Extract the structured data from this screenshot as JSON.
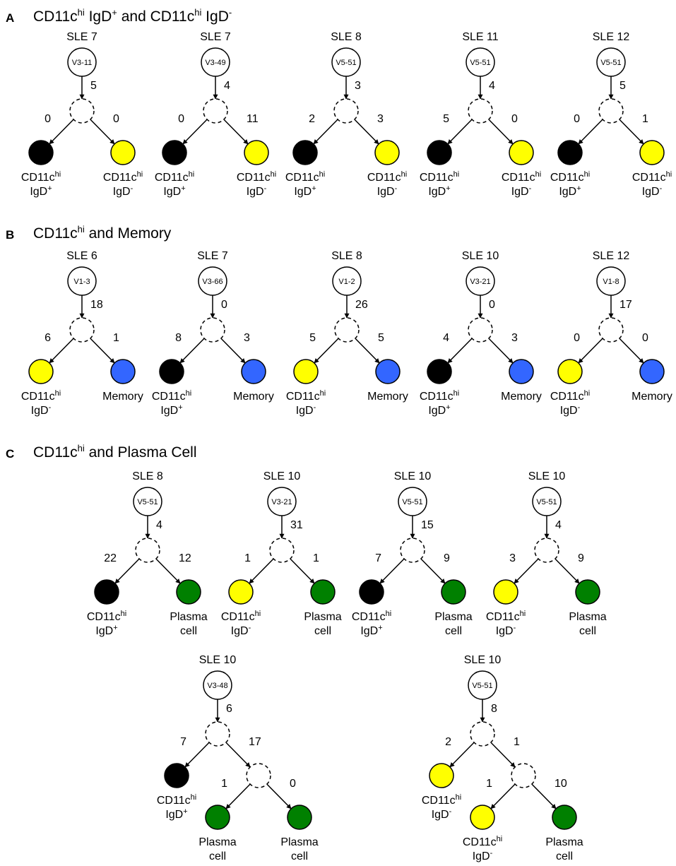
{
  "colors": {
    "CD11c_hi_IgD_pos": "#000000",
    "CD11c_hi_IgD_neg": "#ffff00",
    "Memory": "#3366ff",
    "Plasma_cell": "#008000",
    "stroke": "#000000"
  },
  "labels": {
    "CD11c_hi_IgD_pos": [
      "CD11c",
      "hi",
      "IgD",
      "+"
    ],
    "CD11c_hi_IgD_neg": [
      "CD11c",
      "hi",
      "IgD",
      "-"
    ],
    "Memory": [
      "Memory"
    ],
    "Plasma_cell": [
      "Plasma",
      "cell"
    ]
  },
  "panels": [
    {
      "letter": "A",
      "title": {
        "parts": [
          [
            "CD11c",
            false
          ],
          [
            "hi",
            true
          ],
          [
            " IgD",
            false
          ],
          [
            "+",
            true
          ],
          [
            " and CD11c",
            false
          ],
          [
            "hi",
            true
          ],
          [
            " IgD",
            false
          ],
          [
            "-",
            true
          ]
        ]
      },
      "trees": [
        {
          "patient": "SLE 7",
          "gene": "V3-11",
          "root_edge": "5",
          "children": [
            {
              "edge": "0",
              "type": "CD11c_hi_IgD_pos"
            },
            {
              "edge": "0",
              "type": "CD11c_hi_IgD_neg"
            }
          ]
        },
        {
          "patient": "SLE 7",
          "gene": "V3-49",
          "root_edge": "4",
          "children": [
            {
              "edge": "0",
              "type": "CD11c_hi_IgD_pos"
            },
            {
              "edge": "11",
              "type": "CD11c_hi_IgD_neg"
            }
          ]
        },
        {
          "patient": "SLE 8",
          "gene": "V5-51",
          "root_edge": "3",
          "children": [
            {
              "edge": "2",
              "type": "CD11c_hi_IgD_pos"
            },
            {
              "edge": "3",
              "type": "CD11c_hi_IgD_neg"
            }
          ]
        },
        {
          "patient": "SLE 11",
          "gene": "V5-51",
          "root_edge": "4",
          "children": [
            {
              "edge": "5",
              "type": "CD11c_hi_IgD_pos"
            },
            {
              "edge": "0",
              "type": "CD11c_hi_IgD_neg"
            }
          ]
        },
        {
          "patient": "SLE 12",
          "gene": "V5-51",
          "root_edge": "5",
          "children": [
            {
              "edge": "0",
              "type": "CD11c_hi_IgD_pos"
            },
            {
              "edge": "1",
              "type": "CD11c_hi_IgD_neg"
            }
          ]
        }
      ]
    },
    {
      "letter": "B",
      "title": {
        "parts": [
          [
            "CD11c",
            false
          ],
          [
            "hi",
            true
          ],
          [
            " and Memory",
            false
          ]
        ]
      },
      "trees": [
        {
          "patient": "SLE 6",
          "gene": "V1-3",
          "root_edge": "18",
          "children": [
            {
              "edge": "6",
              "type": "CD11c_hi_IgD_neg"
            },
            {
              "edge": "1",
              "type": "Memory"
            }
          ]
        },
        {
          "patient": "SLE 7",
          "gene": "V3-66",
          "root_edge": "0",
          "children": [
            {
              "edge": "8",
              "type": "CD11c_hi_IgD_pos"
            },
            {
              "edge": "3",
              "type": "Memory"
            }
          ]
        },
        {
          "patient": "SLE 8",
          "gene": "V1-2",
          "root_edge": "26",
          "children": [
            {
              "edge": "5",
              "type": "CD11c_hi_IgD_neg"
            },
            {
              "edge": "5",
              "type": "Memory"
            }
          ]
        },
        {
          "patient": "SLE 10",
          "gene": "V3-21",
          "root_edge": "0",
          "children": [
            {
              "edge": "4",
              "type": "CD11c_hi_IgD_pos"
            },
            {
              "edge": "3",
              "type": "Memory"
            }
          ]
        },
        {
          "patient": "SLE 12",
          "gene": "V1-8",
          "root_edge": "17",
          "children": [
            {
              "edge": "0",
              "type": "CD11c_hi_IgD_neg"
            },
            {
              "edge": "0",
              "type": "Memory"
            }
          ]
        }
      ]
    },
    {
      "letter": "C",
      "title": {
        "parts": [
          [
            "CD11c",
            false
          ],
          [
            "hi",
            true
          ],
          [
            " and Plasma Cell",
            false
          ]
        ]
      },
      "trees": [
        {
          "patient": "SLE 8",
          "gene": "V5-51",
          "root_edge": "4",
          "children": [
            {
              "edge": "22",
              "type": "CD11c_hi_IgD_pos"
            },
            {
              "edge": "12",
              "type": "Plasma_cell"
            }
          ]
        },
        {
          "patient": "SLE 10",
          "gene": "V3-21",
          "root_edge": "31",
          "children": [
            {
              "edge": "1",
              "type": "CD11c_hi_IgD_neg"
            },
            {
              "edge": "1",
              "type": "Plasma_cell"
            }
          ]
        },
        {
          "patient": "SLE 10",
          "gene": "V5-51",
          "root_edge": "15",
          "children": [
            {
              "edge": "7",
              "type": "CD11c_hi_IgD_pos"
            },
            {
              "edge": "9",
              "type": "Plasma_cell"
            }
          ]
        },
        {
          "patient": "SLE 10",
          "gene": "V5-51",
          "root_edge": "4",
          "children": [
            {
              "edge": "3",
              "type": "CD11c_hi_IgD_neg"
            },
            {
              "edge": "9",
              "type": "Plasma_cell"
            }
          ]
        },
        {
          "patient": "SLE 10",
          "gene": "V3-48",
          "root_edge": "6",
          "children": [
            {
              "edge": "7",
              "type": "CD11c_hi_IgD_pos"
            },
            {
              "edge": "17",
              "type": "node",
              "children": [
                {
                  "edge": "1",
                  "type": "Plasma_cell"
                },
                {
                  "edge": "0",
                  "type": "Plasma_cell"
                }
              ]
            }
          ]
        },
        {
          "patient": "SLE 10",
          "gene": "V5-51",
          "root_edge": "8",
          "children": [
            {
              "edge": "2",
              "type": "CD11c_hi_IgD_neg"
            },
            {
              "edge": "1",
              "type": "node",
              "children": [
                {
                  "edge": "1",
                  "type": "CD11c_hi_IgD_neg"
                },
                {
                  "edge": "10",
                  "type": "Plasma_cell"
                }
              ]
            }
          ]
        }
      ]
    }
  ]
}
